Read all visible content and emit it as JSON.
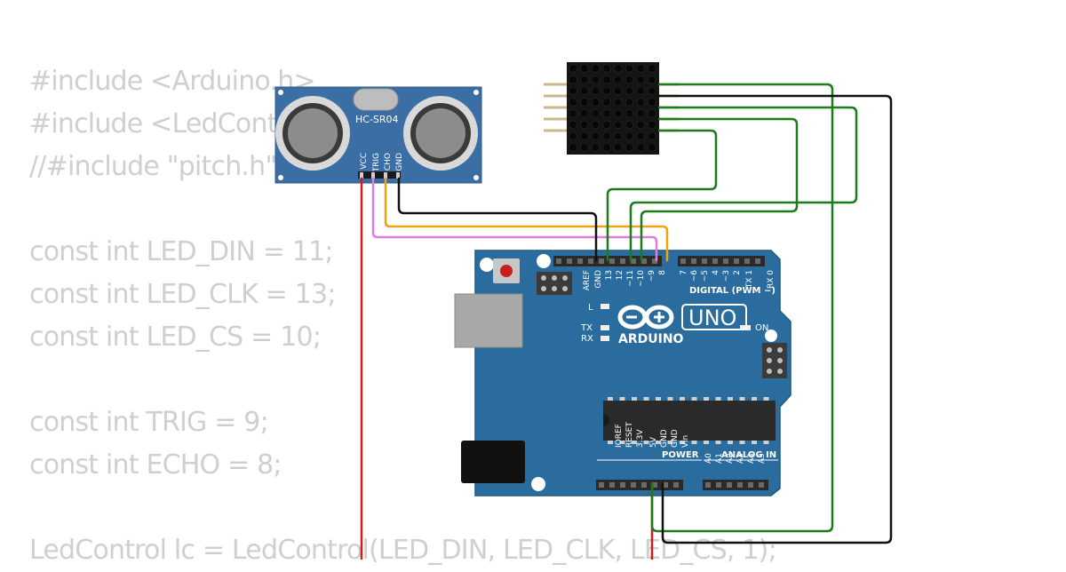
{
  "code_lines": [
    "#include <Arduino.h>",
    "#include <LedControl.h>",
    "//#include \"pitch.h\"",
    "",
    "const int LED_DIN = 11;",
    "const int LED_CLK = 13;",
    "const int LED_CS = 10;",
    "",
    "const int TRIG = 9;",
    "const int ECHO = 8;",
    "",
    "LedControl lc = LedControl(LED_DIN, LED_CLK, LED_CS, 1);"
  ],
  "sensor": {
    "model": "HC-SR04",
    "pins": [
      "VCC",
      "TRIG",
      "ECHO",
      "GND"
    ]
  },
  "arduino": {
    "brand": "ARDUINO",
    "model": "UNO",
    "top_pins": [
      "AREF",
      "GND",
      "13",
      "12",
      "~11",
      "~10",
      "~9",
      "8",
      "7",
      "~6",
      "~5",
      "4",
      "~3",
      "2",
      "TX 1",
      "RX 0"
    ],
    "digital_label": "DIGITAL (PWM ~)",
    "power_label": "POWER",
    "analog_label": "ANALOG IN",
    "power_pins": [
      "IOREF",
      "RESET",
      "3.3V",
      "5V",
      "GND",
      "GND",
      "Vin"
    ],
    "analog_pins": [
      "A0",
      "A1",
      "A2",
      "A3",
      "A4",
      "A5"
    ],
    "led_l": "L",
    "led_tx": "TX",
    "led_rx": "RX",
    "led_on": "ON"
  },
  "colors": {
    "board": "#2b6c9e",
    "wire_green": "#1a7d1a",
    "wire_black": "#111111",
    "wire_red": "#d11a1a",
    "wire_orange": "#f2a20c",
    "wire_pink": "#e07be0"
  }
}
